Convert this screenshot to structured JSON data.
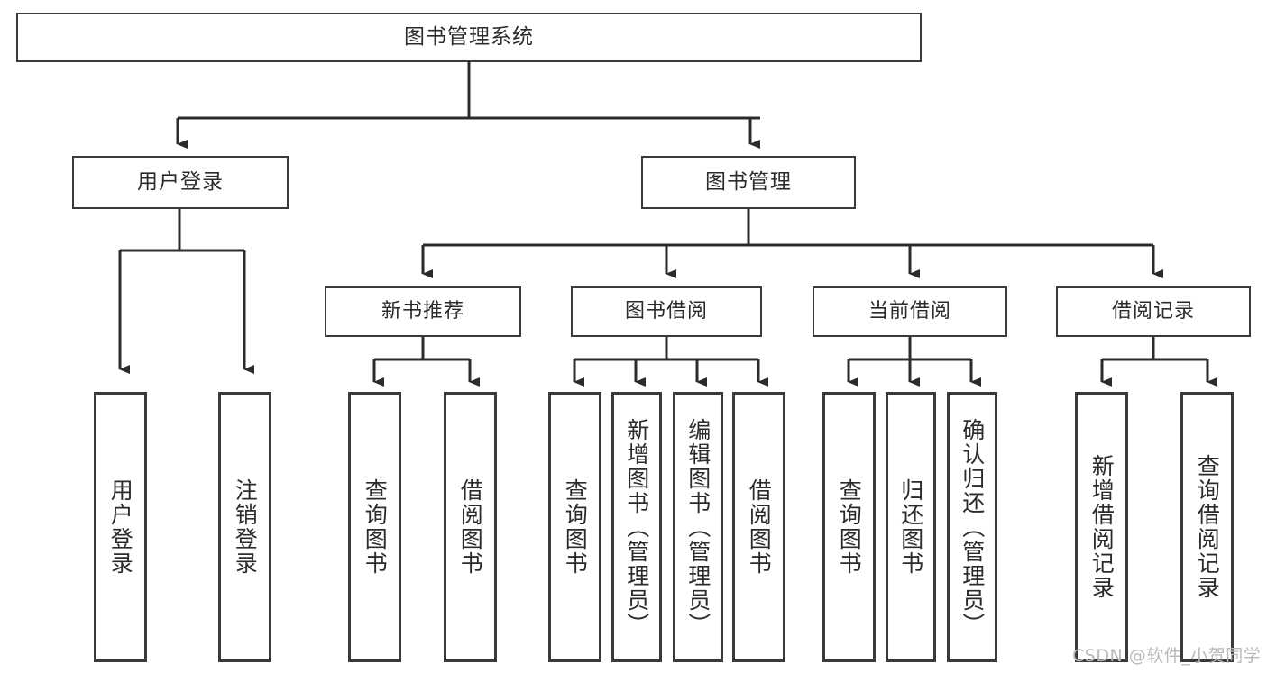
{
  "diagram": {
    "title": "图书管理系统",
    "type": "tree-hierarchy-diagram",
    "colors": {
      "background": "#ffffff",
      "box_border": "#3a3a3a",
      "connector": "#2b2b2b",
      "text": "#2b2b2b",
      "watermark": "#b9b9b9"
    },
    "nodes": {
      "root": {
        "label": "图书管理系统"
      },
      "level1": [
        {
          "id": "user-login",
          "label": "用户登录"
        },
        {
          "id": "book-management",
          "label": "图书管理"
        }
      ],
      "level2": [
        {
          "id": "new-book-recommend",
          "label": "新书推荐"
        },
        {
          "id": "book-borrow",
          "label": "图书借阅"
        },
        {
          "id": "current-borrow",
          "label": "当前借阅"
        },
        {
          "id": "borrow-record",
          "label": "借阅记录"
        }
      ],
      "leaves": {
        "user-login": [
          {
            "id": "leaf-user-login",
            "label": "用户登录"
          },
          {
            "id": "leaf-logout-login",
            "label": "注销登录"
          }
        ],
        "new-book-recommend": [
          {
            "id": "leaf-query-book-1",
            "label": "查询图书"
          },
          {
            "id": "leaf-borrow-book-1",
            "label": "借阅图书"
          }
        ],
        "book-borrow": [
          {
            "id": "leaf-query-book-2",
            "label": "查询图书"
          },
          {
            "id": "leaf-add-book",
            "label": "新增图书（管理员）"
          },
          {
            "id": "leaf-edit-book",
            "label": "编辑图书（管理员）"
          },
          {
            "id": "leaf-borrow-book-2",
            "label": "借阅图书"
          }
        ],
        "current-borrow": [
          {
            "id": "leaf-query-book-3",
            "label": "查询图书"
          },
          {
            "id": "leaf-return-book",
            "label": "归还图书"
          },
          {
            "id": "leaf-confirm-return",
            "label": "确认归还（管理员）"
          }
        ],
        "borrow-record": [
          {
            "id": "leaf-add-record",
            "label": "新增借阅记录"
          },
          {
            "id": "leaf-query-record",
            "label": "查询借阅记录"
          }
        ]
      }
    },
    "watermark": "CSDN @软件_小贺同学"
  }
}
